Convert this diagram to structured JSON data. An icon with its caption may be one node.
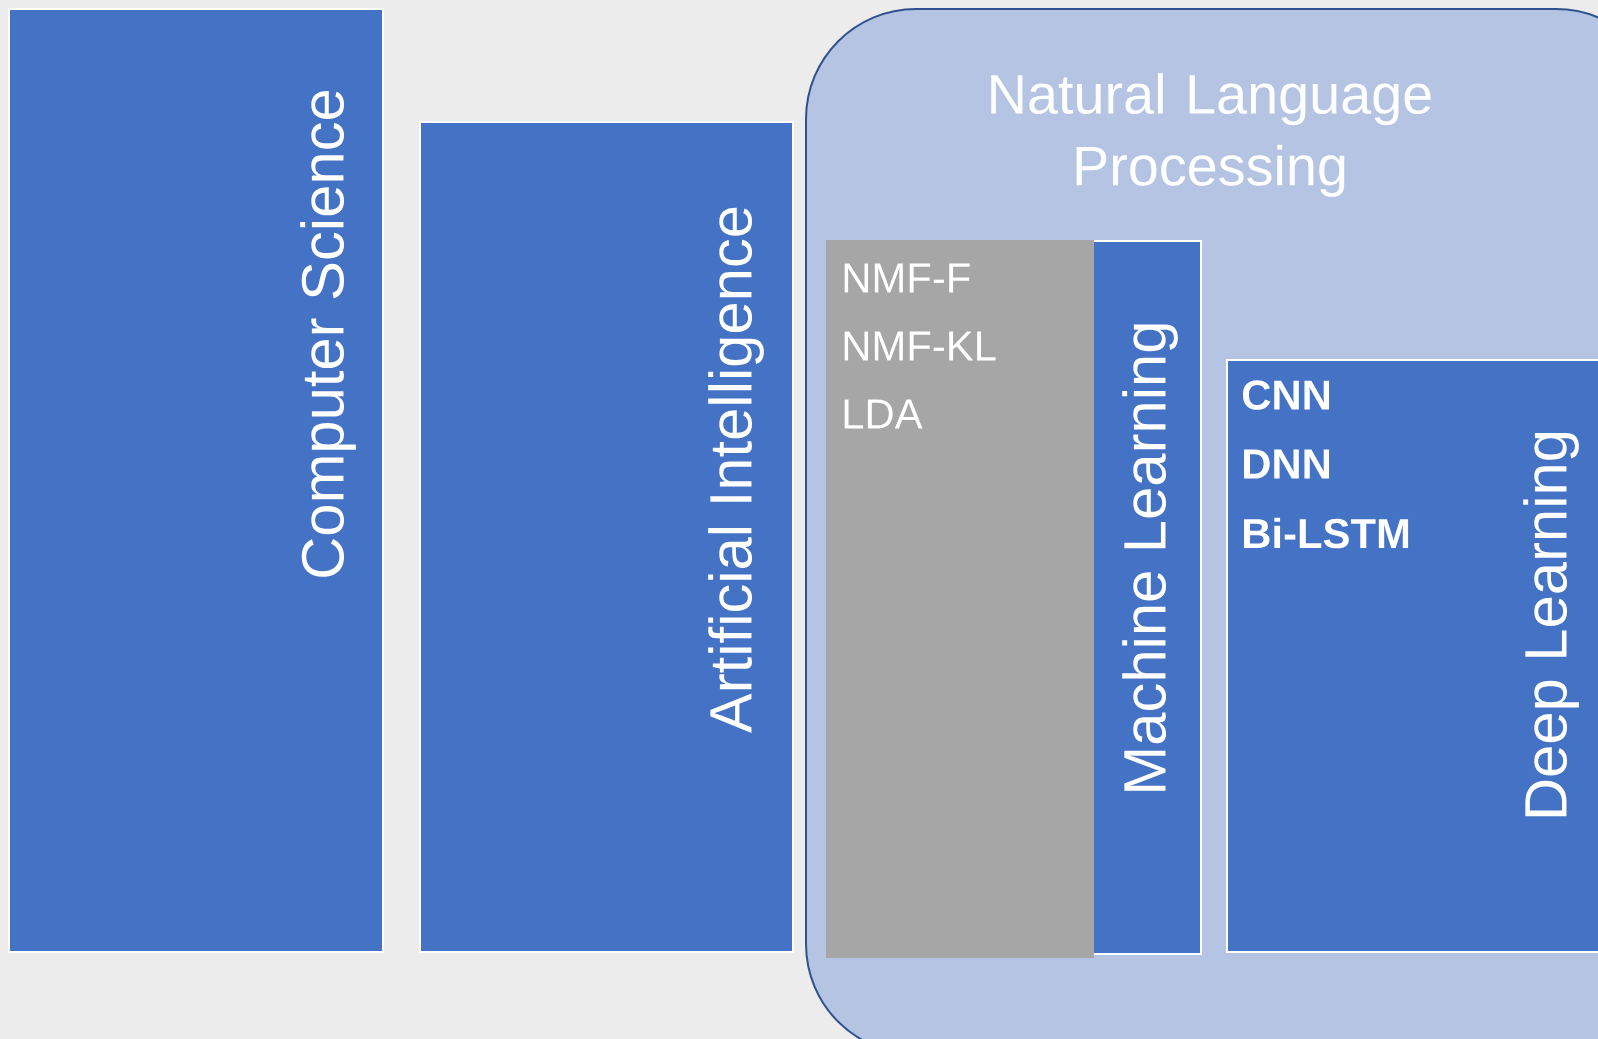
{
  "diagram": {
    "nodes": [
      {
        "text": [
          "Computer Science"
        ]
      },
      {
        "text": [
          "Artificial Intelligence"
        ]
      },
      {
        "text": [
          "Natural Language Processing"
        ]
      },
      {
        "text": [
          "Machine Learning"
        ],
        "in": 2
      },
      {
        "text": [
          "NMF-F",
          "NMF-KL",
          "LDA"
        ],
        "in": 3
      },
      {
        "text": [
          "CNN",
          "DNN",
          "Bi-LSTM",
          "Deep Learning"
        ],
        "in": 2
      }
    ]
  }
}
